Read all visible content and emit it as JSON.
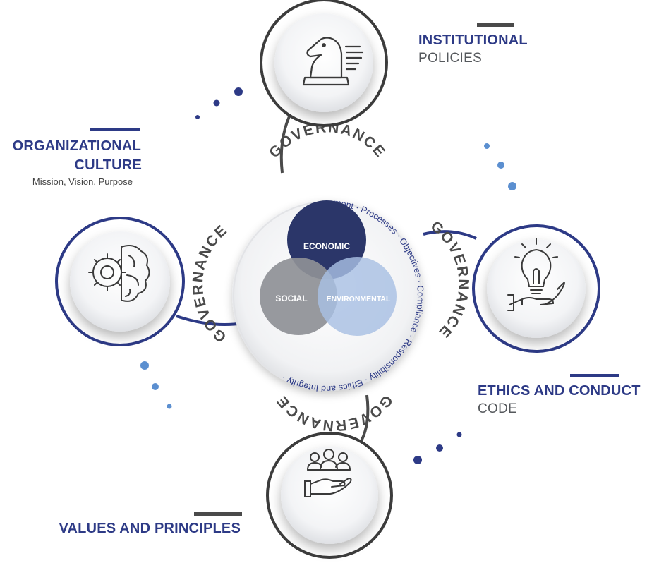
{
  "colors": {
    "navy": "#2d3a86",
    "dark_gray": "#4a4a4a",
    "dot_light": "#5b8fd0",
    "economic": "#2b3669",
    "social": "#8e9096",
    "environmental": "#a8c0e3"
  },
  "governance_word": "GOVERNANCE",
  "center_ring_items": [
    "Risk Management",
    "Processes",
    "Objectives",
    "Compliance",
    "Responsibility",
    "Ethics and Integrity"
  ],
  "venn": {
    "economic": "ECONOMIC",
    "social": "SOCIAL",
    "environmental": "ENVIRONMENTAL"
  },
  "nodes": {
    "top": {
      "icon": "chess-knight-icon"
    },
    "left": {
      "icon": "gear-brain-icon"
    },
    "right": {
      "icon": "lightbulb-hand-icon"
    },
    "bottom": {
      "icon": "people-hand-icon"
    }
  },
  "labels": {
    "institutional": {
      "title": "INSTITUTIONAL",
      "subtitle": "POLICIES"
    },
    "organizational": {
      "line1": "ORGANIZATIONAL",
      "line2": "CULTURE",
      "subtitle": "Mission, Vision, Purpose"
    },
    "ethics": {
      "title": "ETHICS AND CONDUCT",
      "subtitle": "CODE"
    },
    "values": {
      "title": "VALUES AND PRINCIPLES"
    }
  }
}
